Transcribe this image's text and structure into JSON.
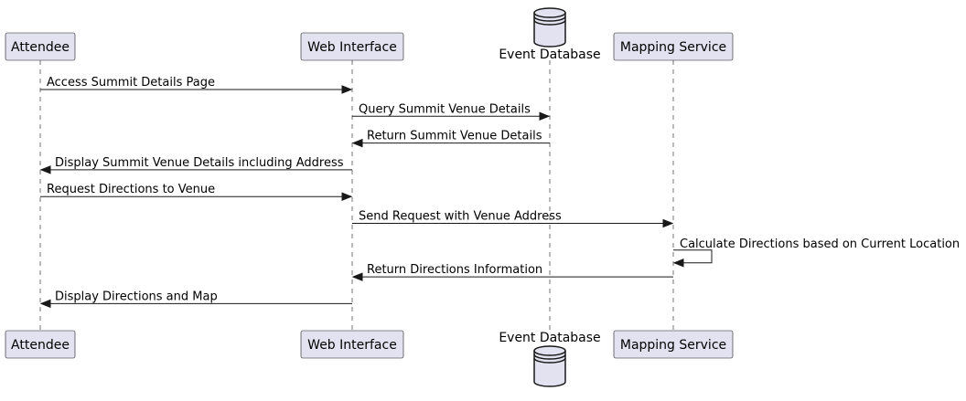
{
  "participants": [
    {
      "id": "attendee",
      "label": "Attendee",
      "kind": "box"
    },
    {
      "id": "web",
      "label": "Web Interface",
      "kind": "box"
    },
    {
      "id": "db",
      "label": "Event Database",
      "kind": "database"
    },
    {
      "id": "map",
      "label": "Mapping Service",
      "kind": "box"
    }
  ],
  "messages": [
    {
      "from": "attendee",
      "to": "web",
      "label": "Access Summit Details Page"
    },
    {
      "from": "web",
      "to": "db",
      "label": "Query Summit Venue Details"
    },
    {
      "from": "db",
      "to": "web",
      "label": "Return Summit Venue Details"
    },
    {
      "from": "web",
      "to": "attendee",
      "label": "Display Summit Venue Details including Address"
    },
    {
      "from": "attendee",
      "to": "web",
      "label": "Request Directions to Venue"
    },
    {
      "from": "web",
      "to": "map",
      "label": "Send Request with Venue Address"
    },
    {
      "from": "map",
      "to": "map",
      "label": "Calculate Directions based on Current Location"
    },
    {
      "from": "map",
      "to": "web",
      "label": "Return Directions Information"
    },
    {
      "from": "web",
      "to": "attendee",
      "label": "Display Directions and Map"
    }
  ],
  "colors": {
    "participant_fill": "#E2E2F0",
    "line": "#181818"
  }
}
